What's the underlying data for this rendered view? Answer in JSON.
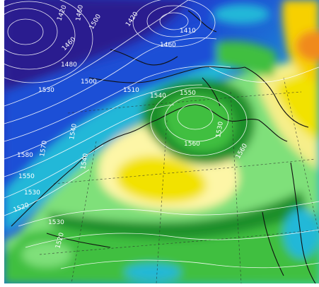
{
  "map": {
    "type": "weather-chart",
    "field_colors": {
      "deep": "#2b1f8f",
      "blue": "#1f4fd6",
      "cyan": "#1fb6d8",
      "light_green": "#7fe07a",
      "green": "#3fbf3f",
      "dark_green": "#1b8f2a",
      "pale_yellow": "#fdf6a6",
      "yellow": "#f2e200",
      "orange": "#f08a1a",
      "contour": "#ffffff",
      "coast": "#101010",
      "grid": "#333333"
    },
    "contour_labels": [
      {
        "text": "1420"
      },
      {
        "text": "1460"
      },
      {
        "text": "1420"
      },
      {
        "text": "1410"
      },
      {
        "text": "1460"
      },
      {
        "text": "1500"
      },
      {
        "text": "1480"
      },
      {
        "text": "1460"
      },
      {
        "text": "1500"
      },
      {
        "text": "1530"
      },
      {
        "text": "1510"
      },
      {
        "text": "1540"
      },
      {
        "text": "1550"
      },
      {
        "text": "1570"
      },
      {
        "text": "1540"
      },
      {
        "text": "1530"
      },
      {
        "text": "1560"
      },
      {
        "text": "1580"
      },
      {
        "text": "1560"
      },
      {
        "text": "1550"
      },
      {
        "text": "1540"
      },
      {
        "text": "1530"
      },
      {
        "text": "1520"
      },
      {
        "text": "1530"
      },
      {
        "text": "1520"
      }
    ]
  }
}
